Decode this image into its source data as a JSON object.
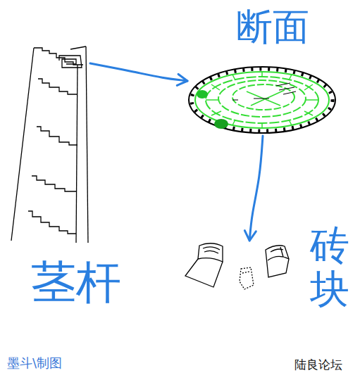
{
  "diagram": {
    "nodes": [
      {
        "text": [
          "茎杆"
        ]
      },
      {
        "text": [
          "断面"
        ]
      },
      {
        "text": [
          "砖块"
        ]
      }
    ],
    "edges": [
      {
        "from": 0,
        "to": 1,
        "arrow": "to"
      },
      {
        "from": 1,
        "to": 2,
        "arrow": "to"
      }
    ],
    "labels": [
      "墨斗\\制图",
      "陆良论坛"
    ]
  }
}
